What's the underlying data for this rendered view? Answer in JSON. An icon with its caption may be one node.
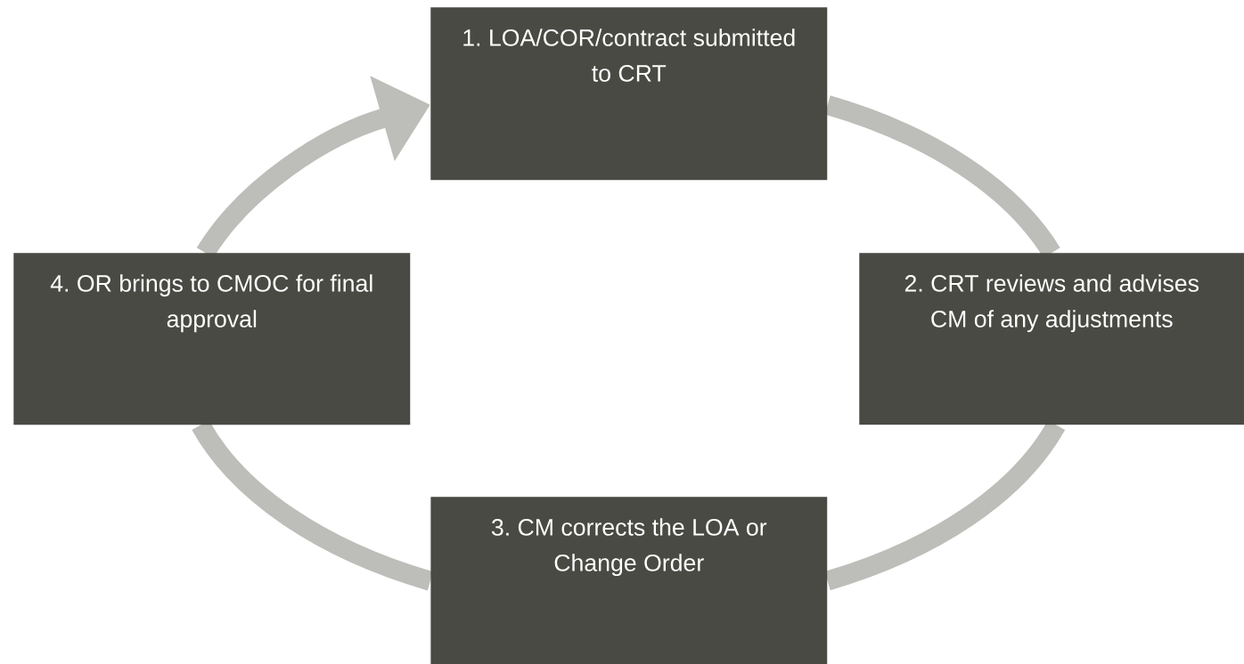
{
  "diagram": {
    "nodes": [
      {
        "text": [
          "1. LOA/COR/contract submitted to CRT"
        ]
      },
      {
        "text": [
          "2. CRT reviews and advises CM of any adjustments"
        ]
      },
      {
        "text": [
          "3. CM corrects the LOA or Change Order"
        ]
      },
      {
        "text": [
          "4. OR brings to CMOC for final approval"
        ]
      }
    ],
    "edges": [
      {
        "from": 0,
        "to": 1,
        "arrow": "none"
      },
      {
        "from": 1,
        "to": 2,
        "arrow": "none"
      },
      {
        "from": 2,
        "to": 3,
        "arrow": "none"
      },
      {
        "from": 3,
        "to": 0,
        "arrow": "to"
      }
    ]
  }
}
